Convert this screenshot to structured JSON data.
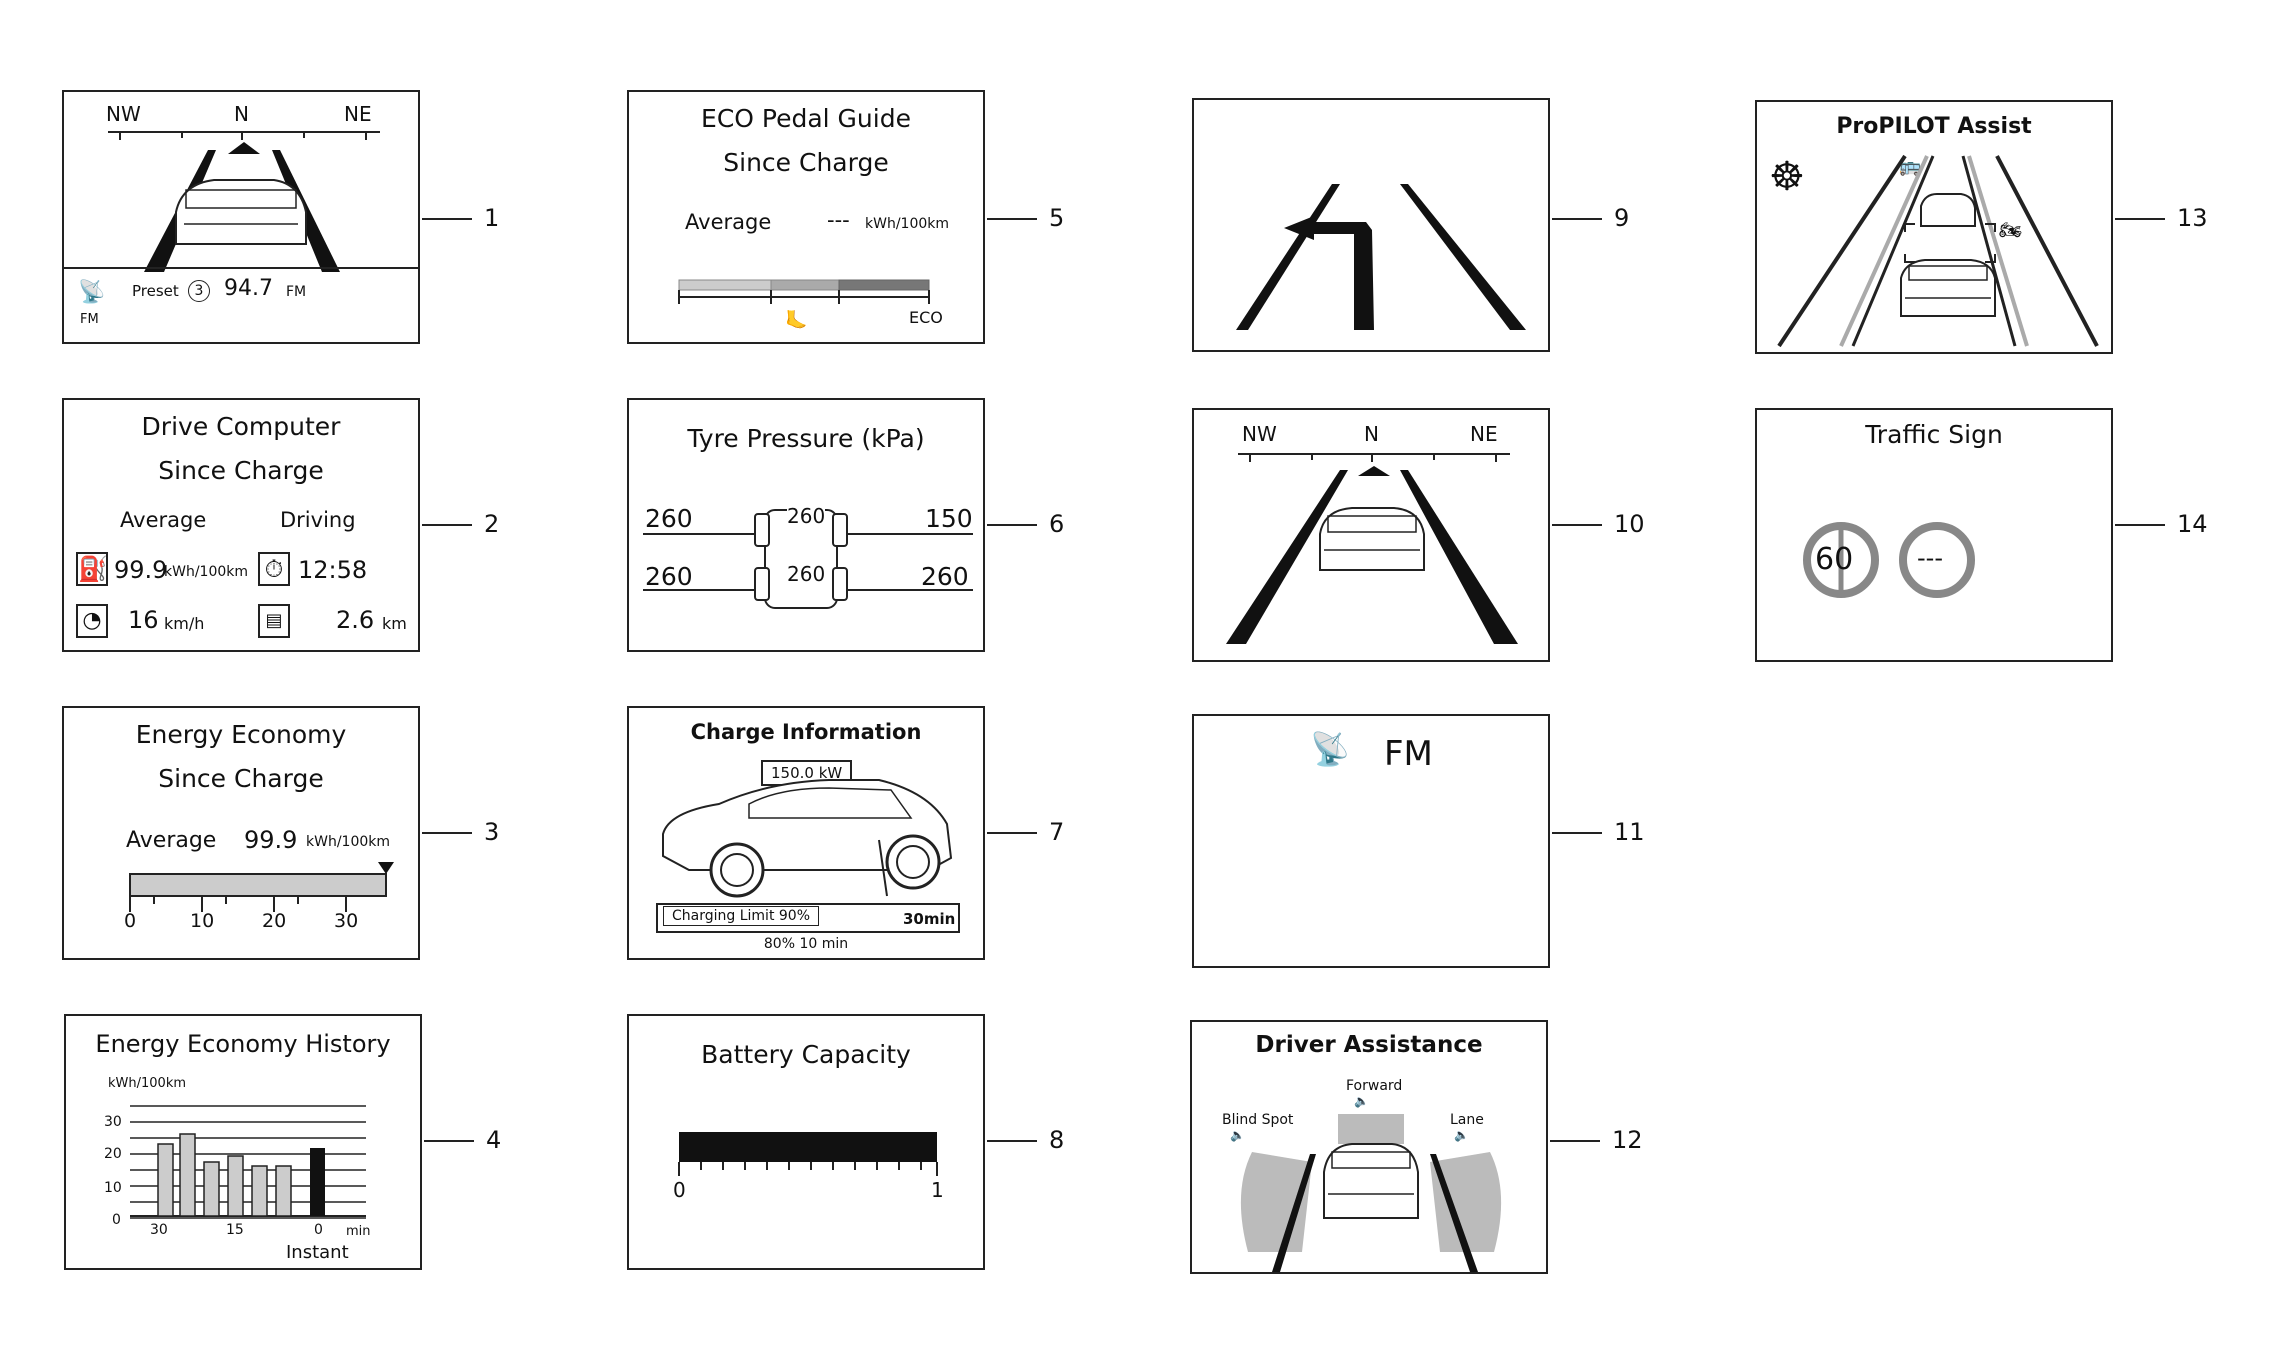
{
  "panels": {
    "p1": {
      "number": "1",
      "compass": [
        "NW",
        "N",
        "NE"
      ],
      "preset_label": "Preset",
      "preset_num": "3",
      "frequency": "94.7",
      "band": "FM",
      "source": "FM"
    },
    "p2": {
      "number": "2",
      "title": "Drive Computer",
      "subtitle": "Since Charge",
      "col1": "Average",
      "col2": "Driving",
      "economy": "99.9",
      "economy_unit": "kWh/100km",
      "time": "12:58",
      "speed": "16",
      "speed_unit": "km/h",
      "distance": "2.6",
      "distance_unit": "km"
    },
    "p3": {
      "number": "3",
      "title": "Energy Economy",
      "subtitle": "Since Charge",
      "label": "Average",
      "value": "99.9",
      "unit": "kWh/100km",
      "ticks": [
        "0",
        "10",
        "20",
        "30"
      ],
      "fill": 1.0
    },
    "p4": {
      "number": "4",
      "title": "Energy Economy History",
      "unit": "kWh/100km",
      "y_ticks": [
        "30",
        "20",
        "10",
        "0"
      ],
      "x_ticks": [
        "30",
        "15",
        "0",
        "min"
      ],
      "instant_label": "Instant"
    },
    "p5": {
      "number": "5",
      "title": "ECO Pedal Guide",
      "subtitle": "Since Charge",
      "label": "Average",
      "value": "---",
      "unit": "kWh/100km",
      "eco": "ECO"
    },
    "p6": {
      "number": "6",
      "title": "Tyre Pressure (kPa)",
      "fl": "260",
      "fr": "150",
      "rl": "260",
      "rr": "260",
      "front_center": "260",
      "rear_center": "260"
    },
    "p7": {
      "number": "7",
      "title": "Charge Information",
      "power": "150.0 kW",
      "limit": "Charging Limit 90%",
      "limit_time": "30min",
      "eta": "80% 10 min"
    },
    "p8": {
      "number": "8",
      "title": "Battery Capacity",
      "min": "0",
      "max": "1",
      "fill": 1.0
    },
    "p9": {
      "number": "9"
    },
    "p10": {
      "number": "10",
      "compass": [
        "NW",
        "N",
        "NE"
      ]
    },
    "p11": {
      "number": "11",
      "band": "FM"
    },
    "p12": {
      "number": "12",
      "title": "Driver Assistance",
      "forward": "Forward",
      "blind": "Blind Spot",
      "lane": "Lane"
    },
    "p13": {
      "number": "13",
      "title": "ProPILOT Assist"
    },
    "p14": {
      "number": "14",
      "title": "Traffic Sign",
      "sign1": "60",
      "sign2": "---"
    }
  }
}
